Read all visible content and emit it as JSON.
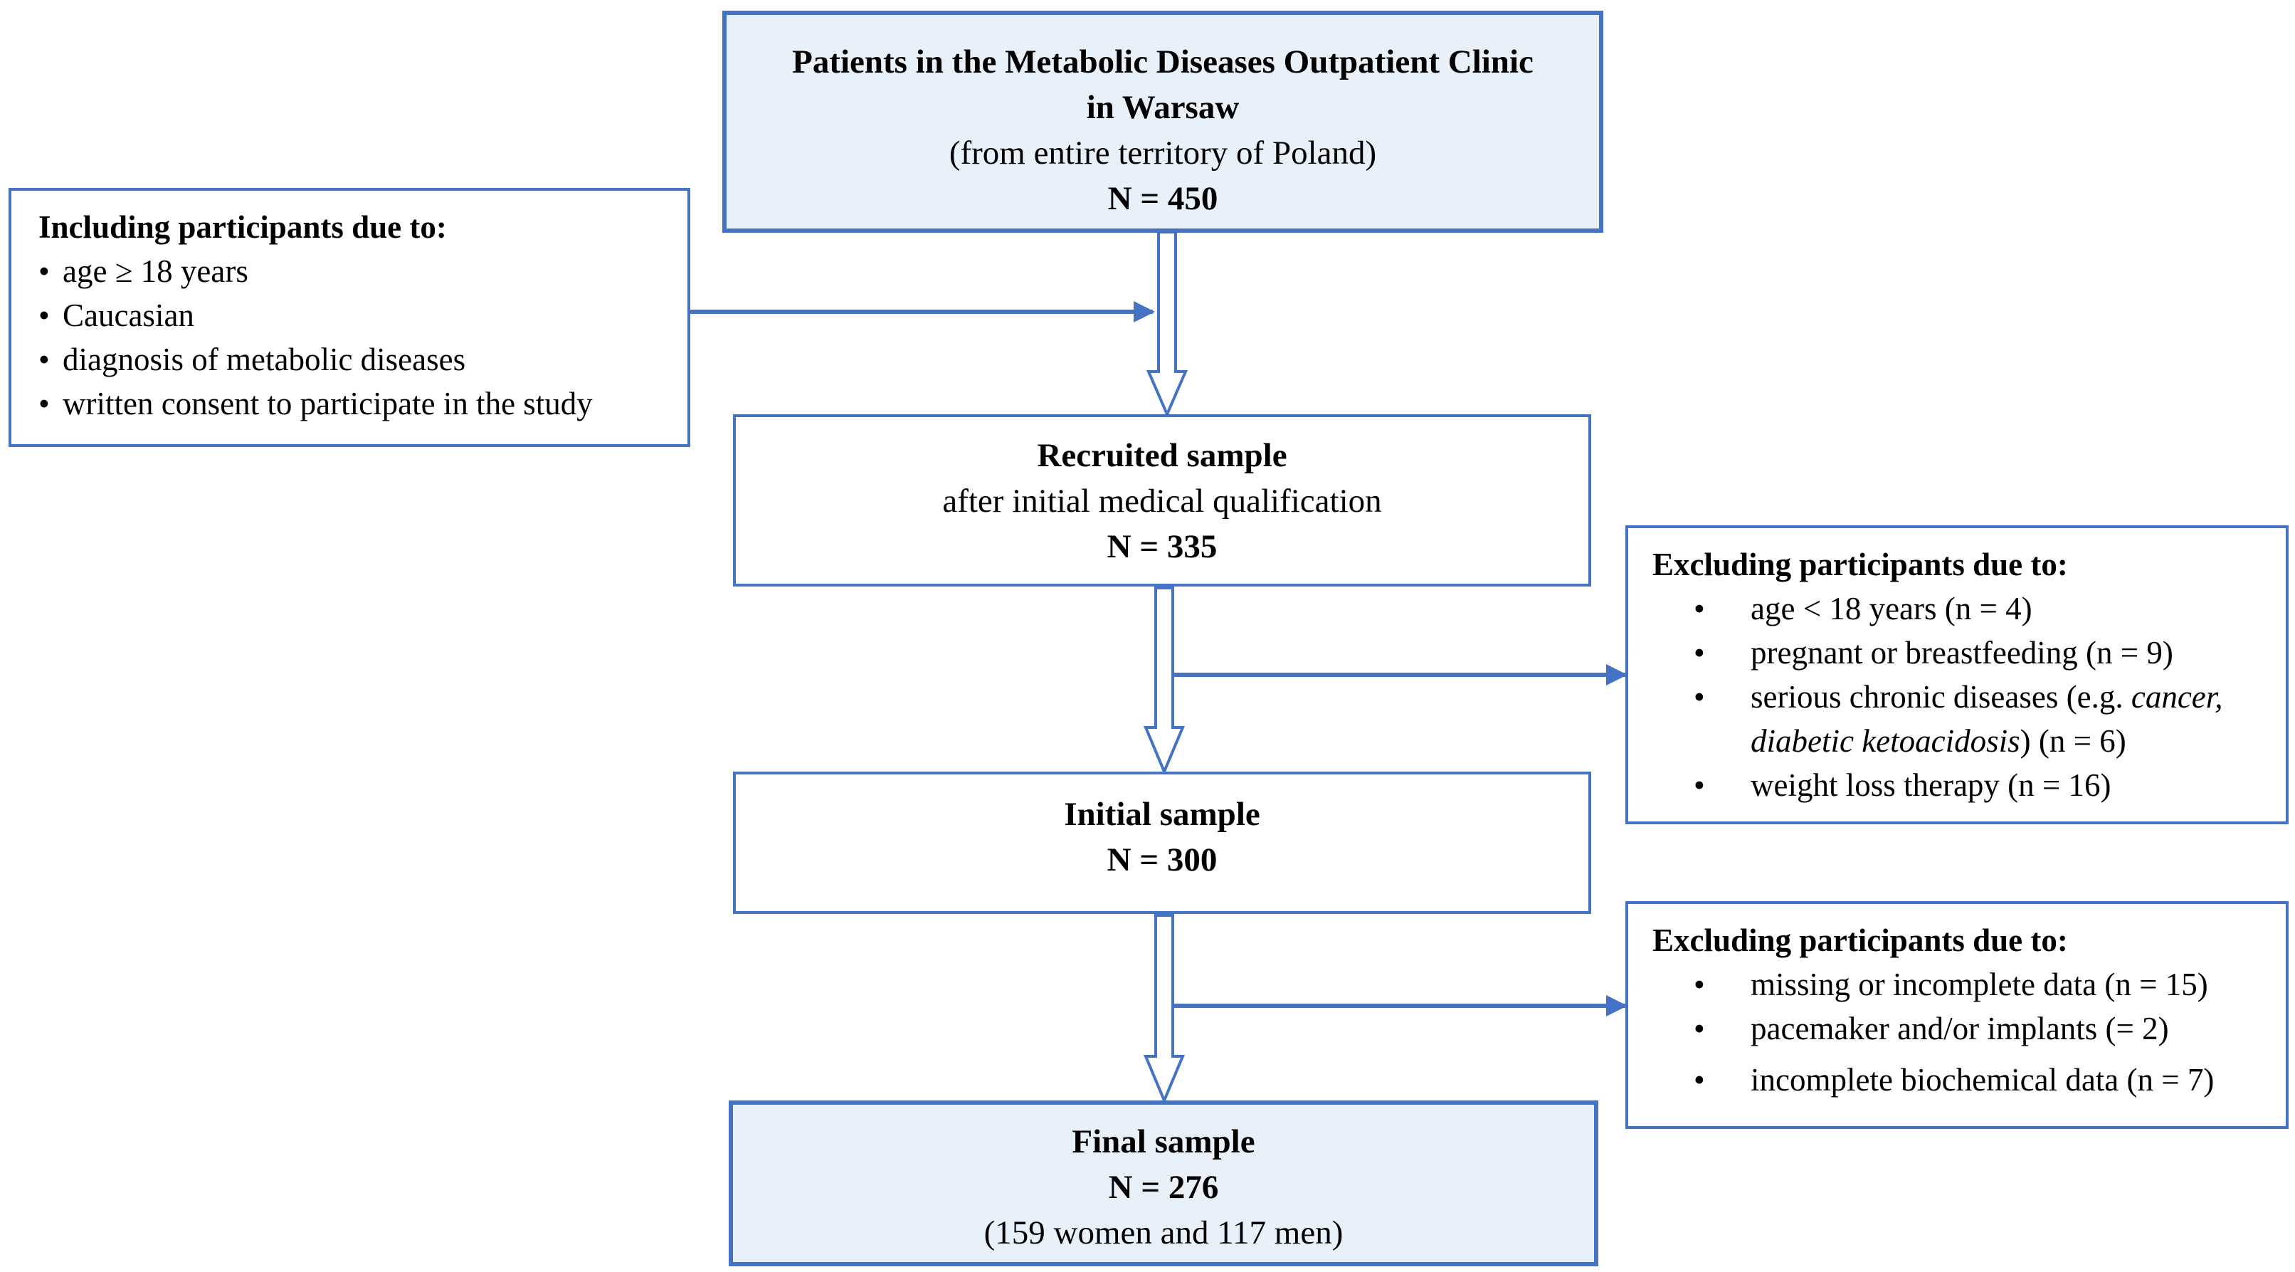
{
  "boxes": {
    "patients": {
      "title_line1": "Patients in the Metabolic Diseases Outpatient Clinic",
      "title_line2": "in Warsaw",
      "subtitle": "(from entire territory of Poland)",
      "count": "N = 450"
    },
    "recruited": {
      "title": "Recruited sample",
      "subtitle": "after initial medical qualification",
      "count": "N = 335"
    },
    "initial": {
      "title": "Initial sample",
      "count": "N = 300"
    },
    "final": {
      "title": "Final sample",
      "count": "N = 276",
      "subtitle": "(159 women and 117 men)"
    }
  },
  "including": {
    "title": "Including participants due to:",
    "items": [
      "age ≥ 18 years",
      "Caucasian",
      "diagnosis of metabolic diseases",
      "written consent to participate in the study"
    ]
  },
  "excluding_1": {
    "title": "Excluding participants due to:",
    "items": [
      "age < 18 years (n = 4)",
      "pregnant or breastfeeding (n = 9)",
      "serious chronic diseases (e.g. ",
      "weight loss therapy (n = 16)"
    ],
    "item3_italic_a": "cancer,",
    "item3_italic_b": "diabetic ketoacidosis",
    "item3_tail": ") (n = 6)"
  },
  "excluding_2": {
    "title": "Excluding participants due to:",
    "items": [
      "missing or incomplete data (n = 15)",
      "pacemaker and/or implants (= 2)",
      "incomplete biochemical data (n = 7)"
    ]
  },
  "colors": {
    "border": "#4472c4",
    "shaded_fill": "#e8f1f8"
  }
}
